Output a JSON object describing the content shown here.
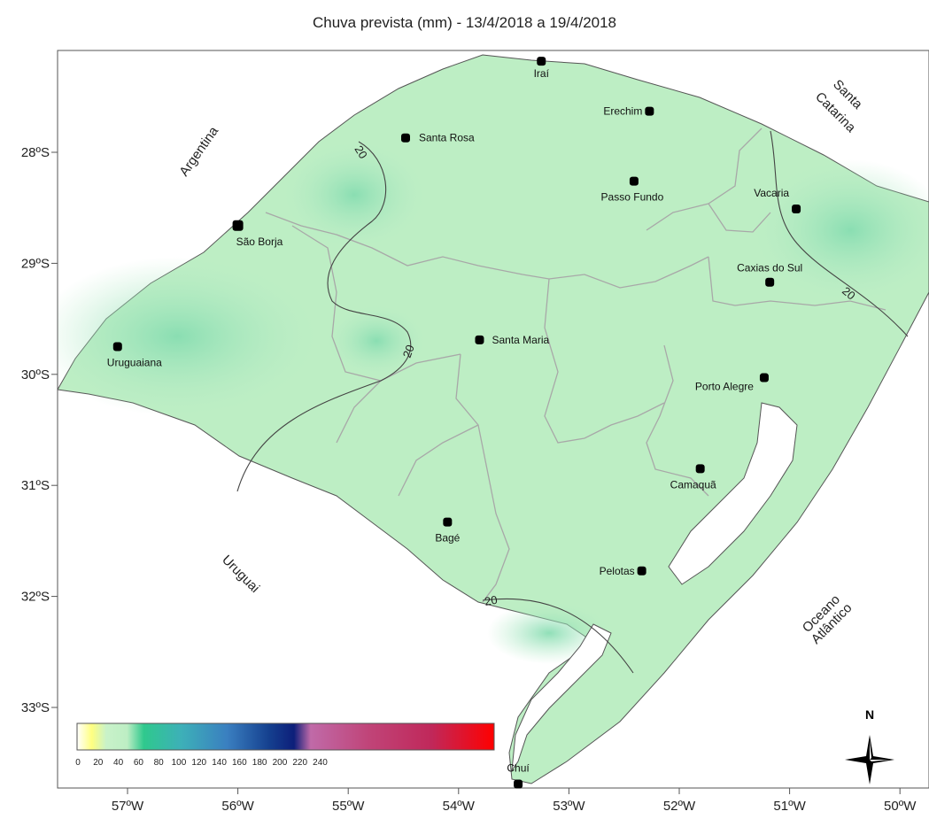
{
  "title": "Chuva prevista (mm) - 13/4/2018 a 19/4/2018",
  "lat_ticks": [
    "28ºS",
    "29ºS",
    "30ºS",
    "31ºS",
    "32ºS",
    "33ºS"
  ],
  "lon_ticks": [
    "57ºW",
    "56ºW",
    "55ºW",
    "54ºW",
    "53ºW",
    "52ºW",
    "51ºW",
    "50ºW"
  ],
  "regions": {
    "argentina": "Argentina",
    "santa_catarina_1": "Santa",
    "santa_catarina_2": "Catarina",
    "uruguai": "Uruguai",
    "oceano_1": "Oceano",
    "oceano_2": "Atlântico"
  },
  "cities": [
    {
      "name": "Iraí",
      "lon": -53.25,
      "lat": -27.18
    },
    {
      "name": "Erechim",
      "lon": -52.27,
      "lat": -27.63
    },
    {
      "name": "Santa Rosa",
      "lon": -54.48,
      "lat": -27.87
    },
    {
      "name": "Passo Fundo",
      "lon": -52.41,
      "lat": -28.26
    },
    {
      "name": "Vacaria",
      "lon": -50.94,
      "lat": -28.51
    },
    {
      "name": "São Borja",
      "lon": -56.0,
      "lat": -28.66
    },
    {
      "name": "Caxias do Sul",
      "lon": -51.18,
      "lat": -29.17
    },
    {
      "name": "Santa Maria",
      "lon": -53.81,
      "lat": -29.69
    },
    {
      "name": "Uruguaiana",
      "lon": -57.09,
      "lat": -29.75
    },
    {
      "name": "Porto Alegre",
      "lon": -51.23,
      "lat": -30.03
    },
    {
      "name": "Camaquã",
      "lon": -51.81,
      "lat": -30.85
    },
    {
      "name": "Bagé",
      "lon": -54.1,
      "lat": -31.33
    },
    {
      "name": "Pelotas",
      "lon": -52.34,
      "lat": -31.77
    },
    {
      "name": "Chuí",
      "lon": -53.46,
      "lat": -33.69
    }
  ],
  "contour_labels": [
    "20",
    "20",
    "20",
    "20"
  ],
  "colorbar": {
    "ticks": [
      "0",
      "20",
      "40",
      "60",
      "80",
      "100",
      "120",
      "140",
      "160",
      "180",
      "200",
      "220",
      "240"
    ],
    "colors": [
      "#ffffff",
      "#ffff80",
      "#c9f2c9",
      "#bdeec4",
      "#2fc98d",
      "#3db0b8",
      "#3a7fc0",
      "#15408f",
      "#0d1f7a",
      "#c06aa8",
      "#c04478",
      "#c0285a",
      "#e01a3c",
      "#ff0000"
    ]
  },
  "north_label": "N"
}
